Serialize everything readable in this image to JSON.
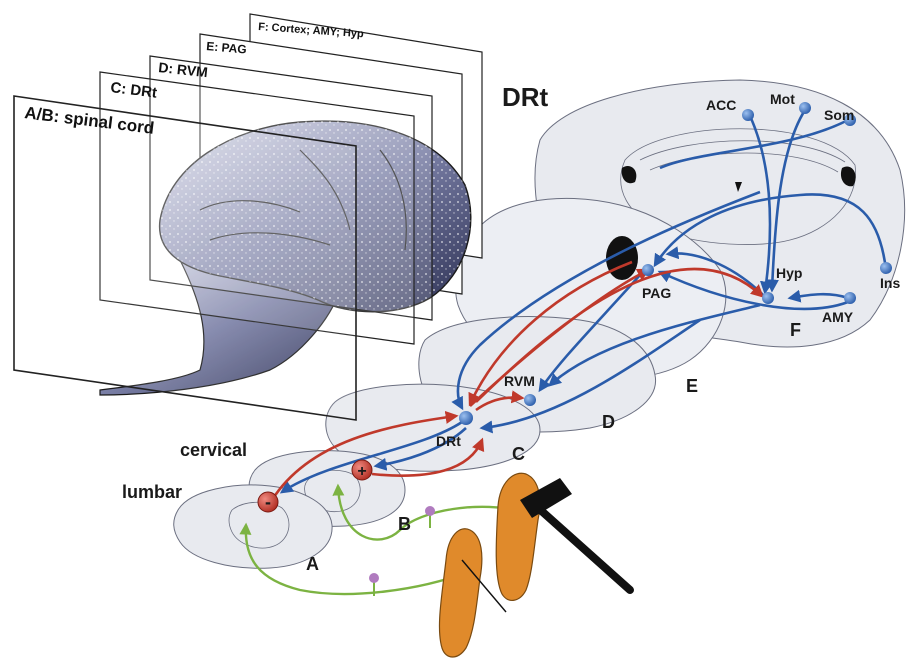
{
  "title": "DRt",
  "planes": [
    {
      "id": "F",
      "label": "F: Cortex; AMY; Hyp"
    },
    {
      "id": "E",
      "label": "E: PAG"
    },
    {
      "id": "D",
      "label": "D: RVM"
    },
    {
      "id": "C",
      "label": "C: DRt"
    },
    {
      "id": "AB",
      "label": "A/B: spinal cord"
    }
  ],
  "regions": {
    "acc": "ACC",
    "mot": "Mot",
    "som": "Som",
    "ins": "Ins",
    "hyp": "Hyp",
    "amy": "AMY",
    "pag": "PAG",
    "rvm": "RVM",
    "drt": "DRt"
  },
  "section_letters": {
    "a": "A",
    "b": "B",
    "c": "C",
    "d": "D",
    "e": "E",
    "f": "F"
  },
  "spinal_levels": {
    "cervical": "cervical",
    "lumbar": "lumbar"
  },
  "signs": {
    "excitatory": "+",
    "inhibitory": "-"
  },
  "colors": {
    "ascending": "#c0392b",
    "descending": "#2a5caa",
    "afferent": "#7cb342",
    "nucleus": "#3f6fb5",
    "paw": "#e08a2b",
    "section_fill": "#e8eaef",
    "brain_shade": "#3a3f63"
  }
}
